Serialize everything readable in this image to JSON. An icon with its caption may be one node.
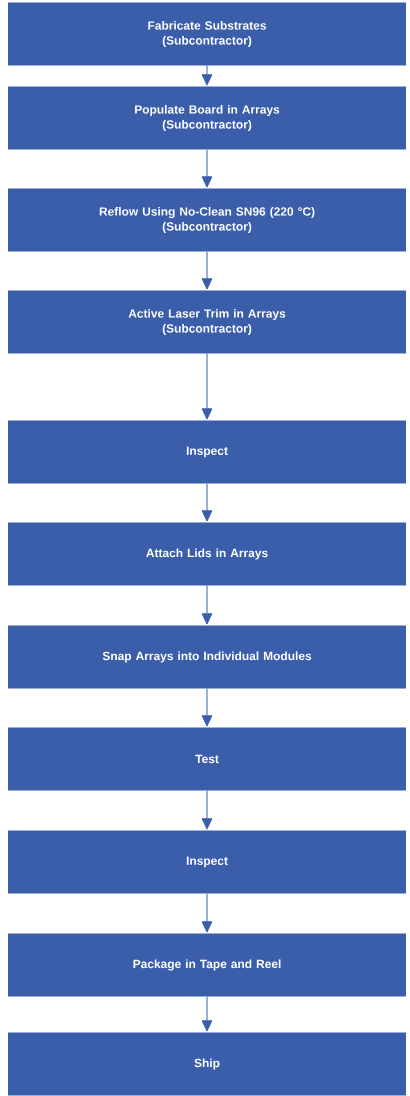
{
  "diagram": {
    "nodes": [
      {
        "text": [
          "Fabricate Substrates",
          "(Subcontractor)"
        ]
      },
      {
        "text": [
          "Populate Board in Arrays",
          "(Subcontractor)"
        ]
      },
      {
        "text": [
          "Reflow Using No-Clean SN96 (220 °C)",
          "(Subcontractor)"
        ]
      },
      {
        "text": [
          "Active Laser Trim in Arrays",
          "(Subcontractor)"
        ]
      },
      {
        "text": [
          "Inspect"
        ]
      },
      {
        "text": [
          "Attach Lids in Arrays"
        ]
      },
      {
        "text": [
          "Snap Arrays into Individual Modules"
        ]
      },
      {
        "text": [
          "Test"
        ]
      },
      {
        "text": [
          "Inspect"
        ]
      },
      {
        "text": [
          "Package in Tape and Reel"
        ]
      },
      {
        "text": [
          "Ship"
        ]
      }
    ],
    "edges": [
      {
        "from": 0,
        "to": 1,
        "arrow": "to"
      },
      {
        "from": 1,
        "to": 2,
        "arrow": "to"
      },
      {
        "from": 2,
        "to": 3,
        "arrow": "to"
      },
      {
        "from": 3,
        "to": 4,
        "arrow": "to"
      },
      {
        "from": 4,
        "to": 5,
        "arrow": "to"
      },
      {
        "from": 5,
        "to": 6,
        "arrow": "to"
      },
      {
        "from": 6,
        "to": 7,
        "arrow": "to"
      },
      {
        "from": 7,
        "to": 8,
        "arrow": "to"
      },
      {
        "from": 8,
        "to": 9,
        "arrow": "to"
      },
      {
        "from": 9,
        "to": 10,
        "arrow": "to"
      }
    ]
  }
}
